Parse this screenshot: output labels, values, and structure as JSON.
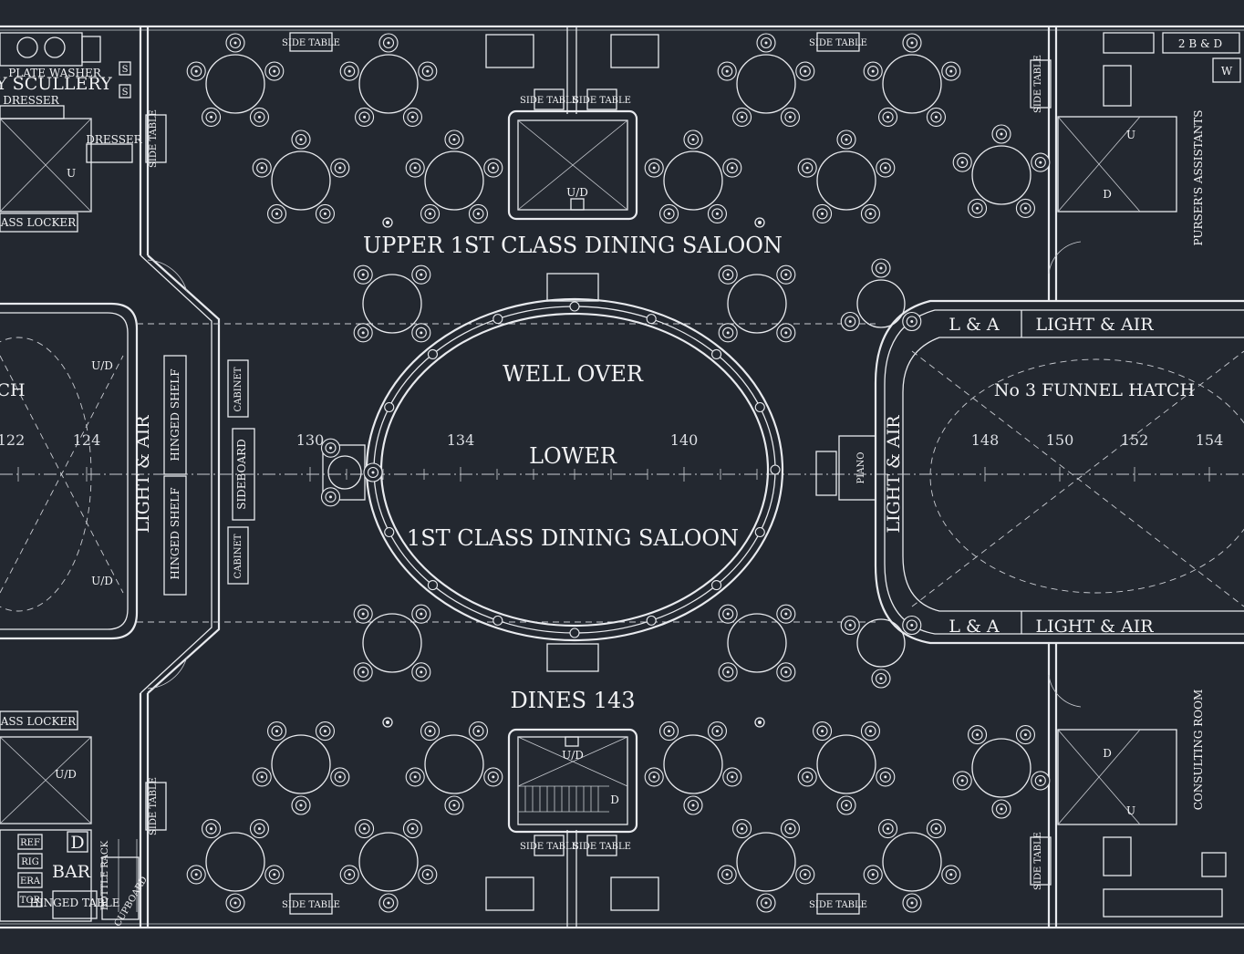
{
  "title": {
    "upper": "UPPER 1ST CLASS DINING SALOON",
    "well_over": "WELL OVER",
    "lower": "LOWER",
    "saloon": "1ST CLASS DINING SALOON",
    "dines": "DINES 143",
    "funnel_hatch": "No 3 FUNNEL HATCH"
  },
  "frame_numbers": [
    "122",
    "124",
    "130",
    "134",
    "140",
    "148",
    "150",
    "152",
    "154"
  ],
  "left_rooms": {
    "plate_washer": "PLATE WASHER",
    "scullery": "RY SCULLERY",
    "dresser_top": "DRESSER",
    "dresser": "DRESSER",
    "locker_top": "LASS LOCKER",
    "locker_bottom": "LASS LOCKER",
    "partial_ch": "CH",
    "light_air": "LIGHT & AIR",
    "hinged_shelf_top": "HINGED SHELF",
    "hinged_shelf_bottom": "HINGED SHELF",
    "sideboard": "SIDEBOARD",
    "cabinet": "CABINET",
    "bar": "BAR",
    "bottle_rack": "BOTTLE RACK",
    "cupboard": "CUPBOARD",
    "hinged_table": "HINGED TABLE",
    "ref": "REF",
    "rig": "RIG",
    "era": "ERA",
    "tor": "TOR",
    "d": "D",
    "s": "S"
  },
  "right_rooms": {
    "two_bd": "2 B & D",
    "w": "W",
    "pursers": "PURSER'S ASSISTANTS",
    "consulting": "CONSULTING ROOM",
    "la": "L & A",
    "light_air": "LIGHT & AIR",
    "piano": "PIANO"
  },
  "labels": {
    "side_table": "SIDE TABLE",
    "ud": "U/D",
    "u": "U",
    "d": "D"
  },
  "colors": {
    "background": "#232830",
    "line": "#e8eaee"
  }
}
